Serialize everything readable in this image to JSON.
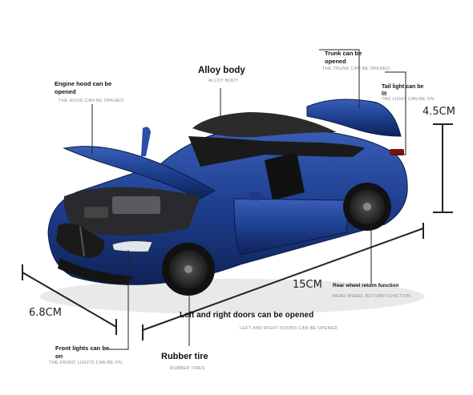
{
  "callouts": {
    "engine_hood": {
      "title": "Engine hood can be\nopened",
      "subtitle": "THE HOOD CAN BE OPENED"
    },
    "alloy_body": {
      "title": "Alloy body",
      "subtitle": "ALLOY BODY"
    },
    "trunk": {
      "title": "Trunk can be\nopened",
      "subtitle": "THE TRUNK CAN BE OPENED"
    },
    "tail_light": {
      "title": "Tail light can be\nlit",
      "subtitle": "TAIL LIGHT CAN BE ON"
    },
    "rear_wheel": {
      "title": "Rear wheel return function",
      "subtitle": "REAR WHEEL RETURN FUNCTION"
    },
    "doors": {
      "title": "Left and right doors can be opened",
      "subtitle": "LEFT AND RIGHT DOORS  CAN BE OPENED"
    },
    "rubber_tire": {
      "title": "Rubber tire",
      "subtitle": "RUBBER TIRES"
    },
    "front_lights": {
      "title": "Front lights can be\non",
      "subtitle": "THE FRONT LIGHTS CAN BE ON"
    }
  },
  "dimensions": {
    "height": "4.5CM",
    "length": "15CM",
    "width": "6.8CM"
  },
  "colors": {
    "body": "#1f3f8f",
    "roof": "#2a2a2a",
    "line": "#222222",
    "accent_text": "#111111"
  }
}
